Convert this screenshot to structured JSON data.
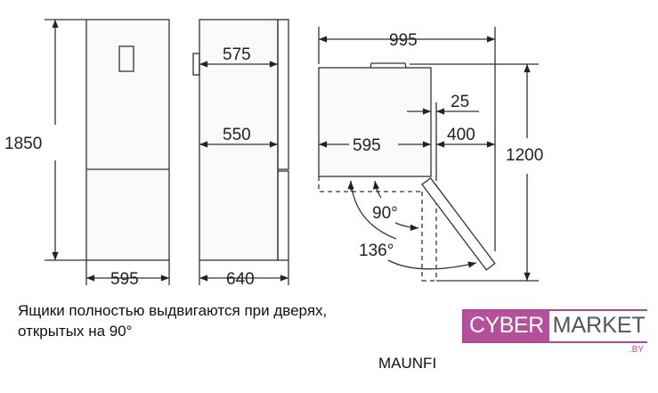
{
  "dimensions": {
    "front_height": "1850",
    "front_width": "595",
    "side_depth_top": "575",
    "side_depth_mid": "550",
    "side_depth_total": "640",
    "top_total_width": "995",
    "top_body_width": "595",
    "top_clearance": "25",
    "top_door_clearance": "400",
    "top_total_depth": "1200",
    "angle_small": "90°",
    "angle_large": "136°"
  },
  "note": {
    "line1": "Ящики полностью выдвигаются при дверях,",
    "line2": "открытых на 90°"
  },
  "model": "MAUNFI",
  "logo": {
    "left": "CYBER",
    "right": "MARKET",
    "suffix": ".BY",
    "color": "#b5519c"
  }
}
